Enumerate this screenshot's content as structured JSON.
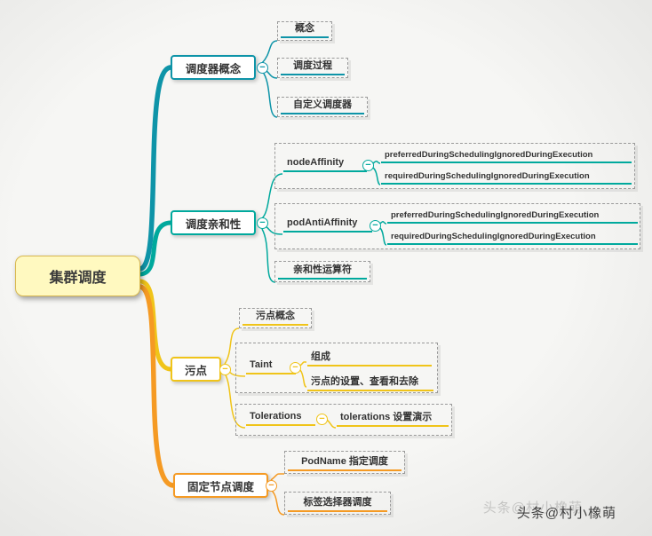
{
  "root": {
    "label": "集群调度"
  },
  "ui": {
    "collapse_glyph": "−"
  },
  "colors": {
    "branch_scheduler": "#0E94A8",
    "branch_affinity": "#00A99D",
    "branch_taint": "#F0C419",
    "branch_fixed_node": "#F59A23",
    "root_fill": "#FFF9C0"
  },
  "branches": {
    "scheduler": {
      "label": "调度器概念",
      "children": {
        "concept": {
          "label": "概念"
        },
        "process": {
          "label": "调度过程"
        },
        "custom": {
          "label": "自定义调度器"
        }
      }
    },
    "affinity": {
      "label": "调度亲和性",
      "children": {
        "nodeAffinity": {
          "label": "nodeAffinity",
          "children": {
            "preferred": {
              "label": "preferredDuringSchedulingIgnoredDuringExecution"
            },
            "required": {
              "label": "requiredDuringSchedulingIgnoredDuringExecution"
            }
          }
        },
        "podAntiAffinity": {
          "label": "podAntiAffinity",
          "children": {
            "preferred": {
              "label": "preferredDuringSchedulingIgnoredDuringExecution"
            },
            "required": {
              "label": "requiredDuringSchedulingIgnoredDuringExecution"
            }
          }
        },
        "operators": {
          "label": "亲和性运算符"
        }
      }
    },
    "taint": {
      "label": "污点",
      "children": {
        "concept": {
          "label": "污点概念"
        },
        "taintNode": {
          "label": "Taint",
          "children": {
            "composition": {
              "label": "组成"
            },
            "manage": {
              "label": "污点的设置、查看和去除"
            }
          }
        },
        "tolerations": {
          "label": "Tolerations",
          "children": {
            "demo": {
              "label": "tolerations 设置演示"
            }
          }
        }
      }
    },
    "fixedNode": {
      "label": "固定节点调度",
      "children": {
        "podName": {
          "label": "PodName 指定调度"
        },
        "selector": {
          "label": "标签选择器调度"
        }
      }
    }
  },
  "watermark": {
    "text": "头条@村小橡萌"
  }
}
